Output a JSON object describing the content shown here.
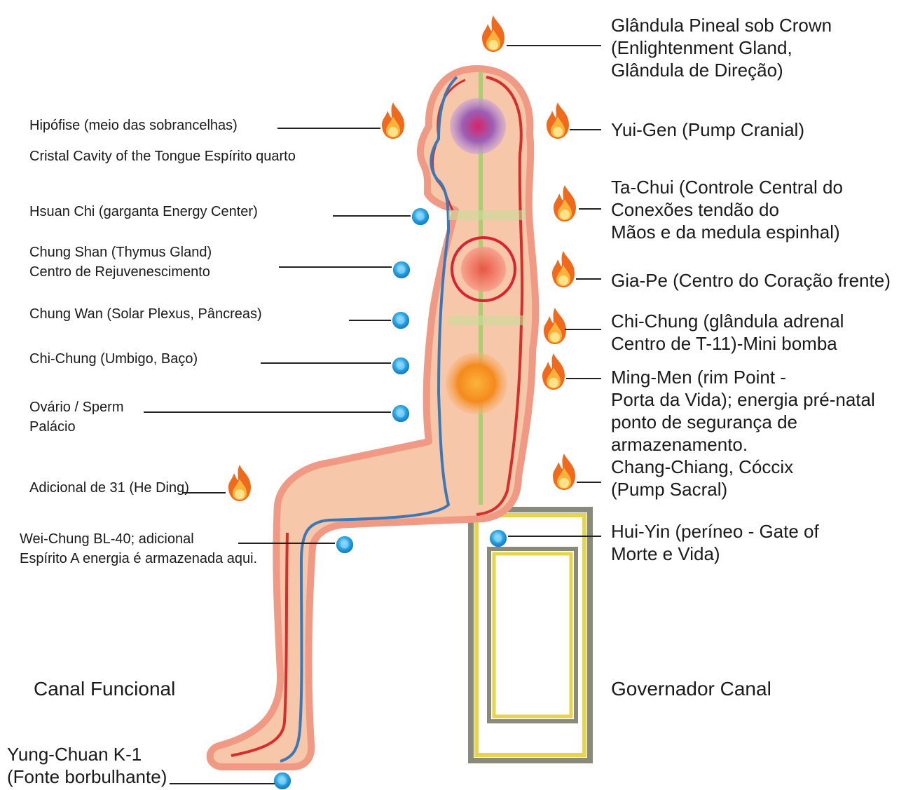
{
  "labels_left": [
    {
      "id": "hipofise",
      "lines": [
        "Hipófise (meio das sobrancelhas)"
      ]
    },
    {
      "id": "cristal",
      "lines": [
        "Cristal Cavity of the Tongue Espírito quarto"
      ]
    },
    {
      "id": "hsuan",
      "lines": [
        "Hsuan Chi (garganta Energy Center)"
      ]
    },
    {
      "id": "chungshan",
      "lines": [
        "Chung Shan (Thymus Gland)",
        "Centro de Rejuvenescimento"
      ]
    },
    {
      "id": "chungwan",
      "lines": [
        "Chung Wan (Solar Plexus, Pâncreas)"
      ]
    },
    {
      "id": "chichung-umbigo",
      "lines": [
        "Chi-Chung (Umbigo, Baço)"
      ]
    },
    {
      "id": "ovario",
      "lines": [
        "Ovário / Sperm",
        "Palácio"
      ]
    },
    {
      "id": "adicional31",
      "lines": [
        "Adicional de 31 (He Ding)"
      ]
    },
    {
      "id": "weichung",
      "lines": [
        "Wei-Chung BL-40; adicional",
        "Espírito A energia é armazenada aqui."
      ]
    },
    {
      "id": "yungchuan",
      "lines": [
        "Yung-Chuan K-1",
        "(Fonte borbulhante)"
      ]
    }
  ],
  "labels_right": [
    {
      "id": "pineal",
      "lines": [
        "Glândula Pineal sob Crown",
        "(Enlightenment Gland,",
        "Glândula de Direção)"
      ]
    },
    {
      "id": "yuigen",
      "lines": [
        "Yui-Gen (Pump Cranial)"
      ]
    },
    {
      "id": "tachui",
      "lines": [
        "Ta-Chui (Controle Central do",
        "Conexões tendão do",
        "Mãos e da medula espinhal)"
      ]
    },
    {
      "id": "giape",
      "lines": [
        "Gia-Pe (Centro do Coração frente)"
      ]
    },
    {
      "id": "chichung-adrenal",
      "lines": [
        "Chi-Chung (glândula adrenal",
        "Centro de T-11)-Mini bomba"
      ]
    },
    {
      "id": "mingmen",
      "lines": [
        "Ming-Men (rim Point -",
        "Porta da Vida); energia pré-natal",
        "ponto de segurança de",
        "armazenamento."
      ]
    },
    {
      "id": "changchiang",
      "lines": [
        "Chang-Chiang, Cóccix",
        "(Pump Sacral)"
      ]
    },
    {
      "id": "huiyin",
      "lines": [
        "Hui-Yin (períneo - Gate of",
        "Morte e Vida)"
      ]
    }
  ],
  "channels": {
    "functional": "Canal Funcional",
    "governor": "Governador Canal"
  },
  "colors": {
    "skin": "#f6c7a8",
    "skin_outline": "#f09a86",
    "red_channel": "#d62d2d",
    "blue_channel": "#3a78b8",
    "green_channel": "#a9cf6f",
    "blue_point": "#2aa7e6",
    "flame_outer": "#f06a1e",
    "flame_inner": "#fde48a",
    "heart_ring": "#d9232f",
    "crown_chakra": "#9b5fb5",
    "navel_chakra": "#f48a1e",
    "chair_yellow": "#e6d54a",
    "chair_gray": "#8a8a7a"
  },
  "icons": [
    "flame-icon",
    "energy-point-icon"
  ]
}
